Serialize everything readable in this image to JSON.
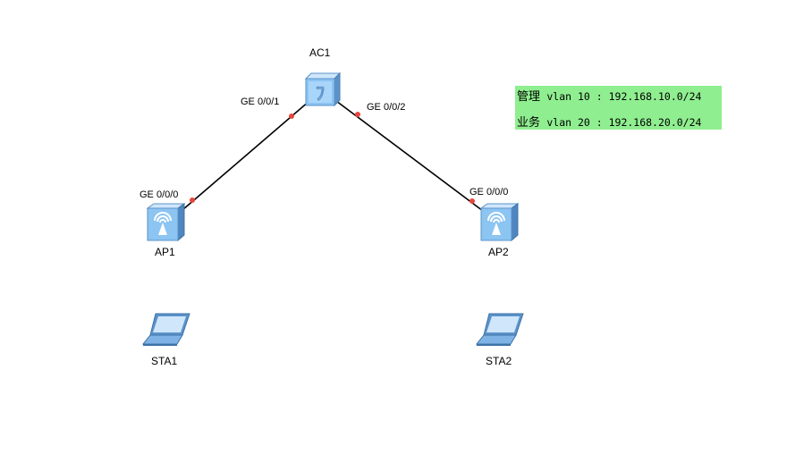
{
  "devices": {
    "ac1": {
      "label": "AC1"
    },
    "ap1": {
      "label": "AP1"
    },
    "ap2": {
      "label": "AP2"
    },
    "sta1": {
      "label": "STA1"
    },
    "sta2": {
      "label": "STA2"
    }
  },
  "ports": {
    "ac1_p1": "GE 0/0/1",
    "ac1_p2": "GE 0/0/2",
    "ap1_p0": "GE 0/0/0",
    "ap2_p0": "GE 0/0/0"
  },
  "legend": {
    "rows": [
      {
        "name": "管理",
        "vlan": "vlan 10 : 192.168.10.0/24"
      },
      {
        "name": "业务",
        "vlan": "vlan 20 : 192.168.20.0/24"
      }
    ]
  },
  "colors": {
    "link": "#000000",
    "port_dot": "#e8453c",
    "legend_bg": "#8fee8f",
    "device_blue": "#6fa8dc"
  }
}
